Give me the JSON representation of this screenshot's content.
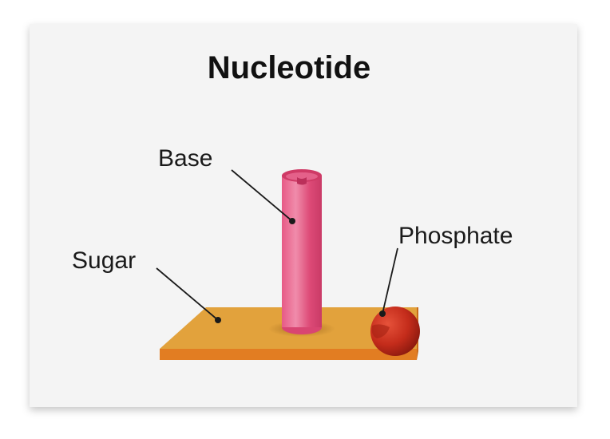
{
  "diagram": {
    "title": "Nucleotide",
    "labels": {
      "base": "Base",
      "sugar": "Sugar",
      "phosphate": "Phosphate"
    },
    "colors": {
      "card": "#f4f4f4",
      "sugar_top": "#e2a23c",
      "sugar_edge": "#e27d22",
      "base": "#df4d79",
      "base_top": "#cf3a66",
      "phosphate": "#c42c1b",
      "leader_line": "#1a1a1a"
    }
  }
}
